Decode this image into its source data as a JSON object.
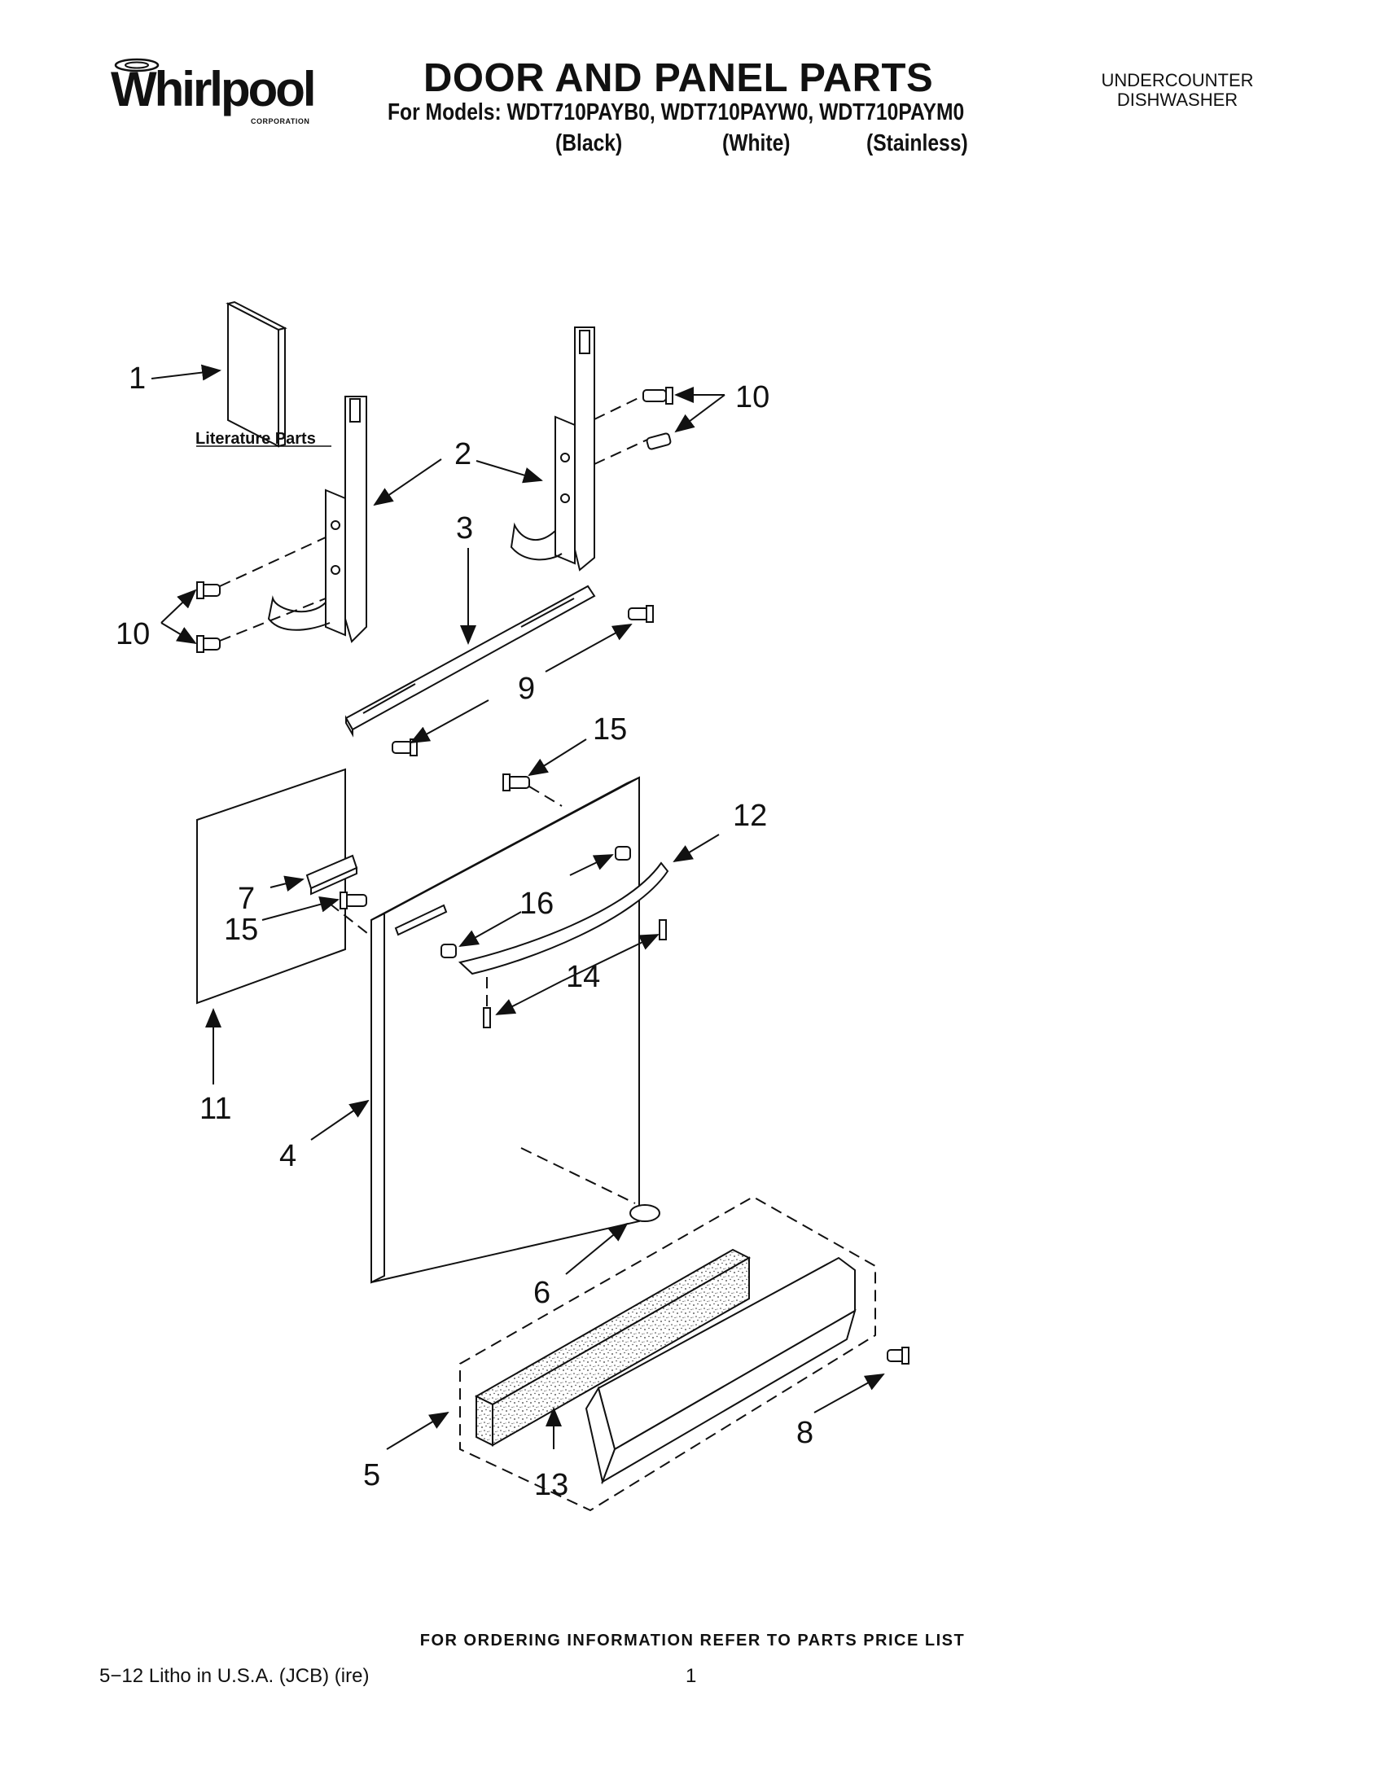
{
  "header": {
    "brand": "Whirlpool",
    "brand_sub": "CORPORATION",
    "title": "DOOR AND PANEL PARTS",
    "models_line": "For Models: WDT710PAYB0, WDT710PAYW0, WDT710PAYM0",
    "variants": [
      "(Black)",
      "(White)",
      "(Stainless)"
    ],
    "appliance_line1": "UNDERCOUNTER",
    "appliance_line2": "DISHWASHER"
  },
  "diagram": {
    "literature_label": "Literature Parts",
    "callouts": {
      "c1": "1",
      "c2": "2",
      "c3": "3",
      "c4": "4",
      "c5": "5",
      "c6": "6",
      "c7": "7",
      "c8": "8",
      "c9": "9",
      "c10a": "10",
      "c10b": "10",
      "c11": "11",
      "c12": "12",
      "c13": "13",
      "c14": "14",
      "c15a": "15",
      "c15b": "15",
      "c16": "16"
    }
  },
  "footer": {
    "order_note": "FOR ORDERING INFORMATION REFER TO PARTS PRICE LIST",
    "litho": "5−12 Litho in U.S.A. (JCB) (ire)",
    "page_number": "1"
  }
}
